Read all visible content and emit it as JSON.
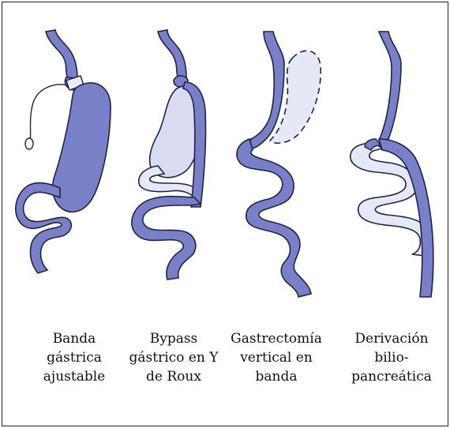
{
  "colors": {
    "organ_fill": "#7a80c8",
    "organ_stroke": "#202248",
    "bypassed_fill": "#e6e8f6",
    "pouch_light": "#d8dbf1",
    "band": "#ececf6",
    "frame": "#222222"
  },
  "procedures": [
    {
      "id": "band",
      "lines": [
        "Banda",
        "gástrica",
        "ajustable"
      ]
    },
    {
      "id": "bypass",
      "lines": [
        "Bypass",
        "gástrico en Y",
        "de Roux"
      ]
    },
    {
      "id": "sleeve",
      "lines": [
        "Gastrectomía",
        "vertical en",
        "banda"
      ]
    },
    {
      "id": "bpd",
      "lines": [
        "Derivación",
        "bilio-",
        "pancreática"
      ]
    }
  ]
}
